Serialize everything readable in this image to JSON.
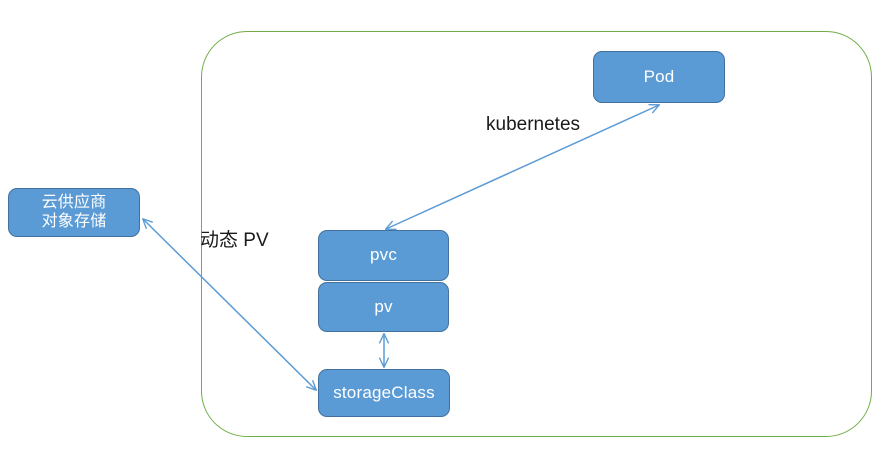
{
  "diagram": {
    "title": "kubernetes dynamic PV provisioning diagram",
    "boundary_label": "",
    "colors": {
      "node_fill": "#5B9BD5",
      "node_border": "#41719C",
      "node_text": "#FFFFFF",
      "boundary_border": "#70AD47",
      "connector": "#5B9BD5",
      "label_text": "#1A1A1A",
      "background": "#FFFFFF"
    },
    "nodes": [
      {
        "id": "pod",
        "label": "Pod"
      },
      {
        "id": "pvc",
        "label": "pvc"
      },
      {
        "id": "pv",
        "label": "pv"
      },
      {
        "id": "storageclass",
        "label": "storageClass"
      },
      {
        "id": "cloud",
        "label": "云供应商\n对象存储"
      }
    ],
    "labels": [
      {
        "id": "kubernetes",
        "text": "kubernetes"
      },
      {
        "id": "dynamic-pv",
        "text": "动态 PV"
      }
    ],
    "connectors": [
      {
        "id": "pvc-pod",
        "from": "pvc",
        "to": "pod",
        "arrows": "both"
      },
      {
        "id": "pv-sc",
        "from": "pv",
        "to": "storageclass",
        "arrows": "both"
      },
      {
        "id": "sc-cloud",
        "from": "storageclass",
        "to": "cloud",
        "arrows": "both"
      }
    ]
  }
}
